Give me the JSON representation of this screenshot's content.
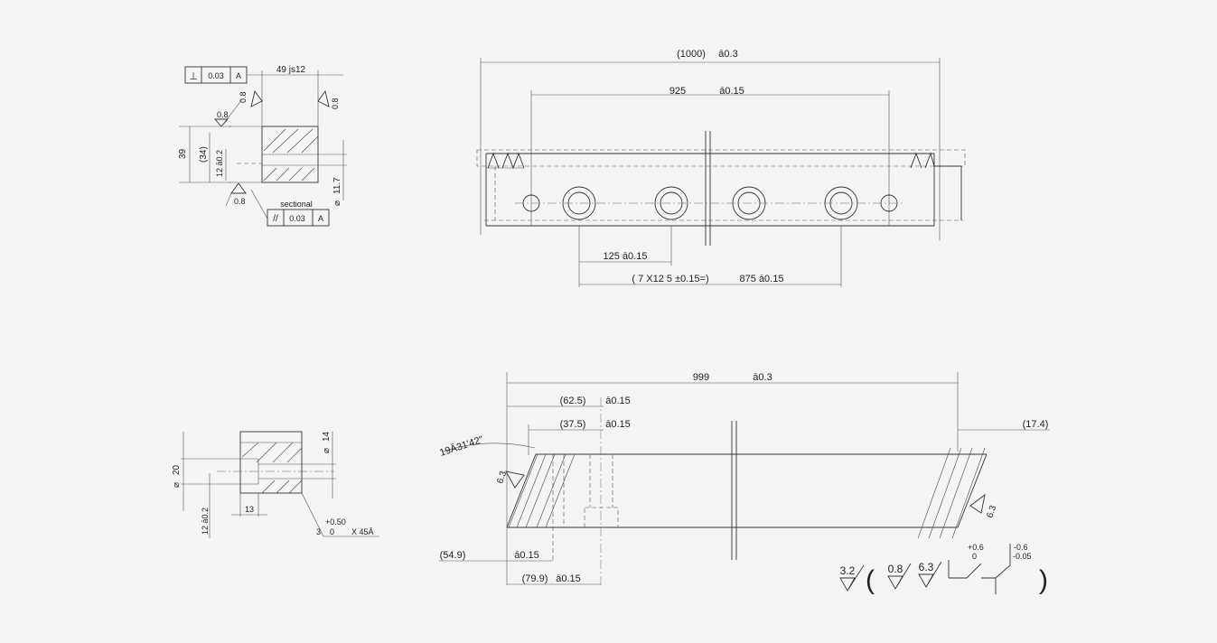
{
  "view_front_left": {
    "fcf_perp": {
      "symbol": "⊥",
      "tol": "0.03",
      "datum": "A"
    },
    "width_dim": "49  js12",
    "rough_top_left": "0.8",
    "rough_top_mid": "0.8",
    "rough_right": "0.8",
    "rough_bottom": "0.8",
    "height_39": "39",
    "height_34": "(34)",
    "slot_12": "12  ā0.2",
    "dia_11_7": "11.7",
    "section_label": "sectional",
    "fcf_parallel": {
      "symbol": "//",
      "tol": "0.03",
      "datum": "A"
    }
  },
  "view_top": {
    "overall": "(1000)",
    "overall_tol": "ā0.3",
    "span": "925",
    "span_tol": "ā0.15",
    "pitch": "125   ā0.15",
    "chain": "( 7 X12   5 ±0.15=)",
    "chain_total": "875   ā0.15"
  },
  "view_bottom_left": {
    "dia_20": "20",
    "dia_14": "14",
    "depth_13": "13",
    "slot_12": "12  ā0.2",
    "chamfer_tol_plus": "+0.50",
    "chamfer_tol_zero": "0",
    "chamfer_base": "3",
    "chamfer_angle": "X 45Ā"
  },
  "view_bottom": {
    "length": "999",
    "length_tol": "ā0.3",
    "d62": "(62.5)",
    "d62_tol": "ā0.15",
    "d37": "(37.5)",
    "d37_tol": "ā0.15",
    "angle": "19Ā31'42\"",
    "right_17": "(17.4)",
    "rough_left": "6.3",
    "rough_right": "6.3",
    "d54": "(54.9)",
    "d54_tol": "ā0.15",
    "d79": "(79.9)",
    "d79_tol": "ā0.15"
  },
  "legend": {
    "general": "3.2",
    "open_paren": "(",
    "r1": "0.8",
    "r2": "6.3",
    "tol_a_plus": "+0.6",
    "tol_a_zero": "0",
    "tol_b_plus": "-0.6",
    "tol_b_minus": "-0.05",
    "close_paren": ")"
  }
}
